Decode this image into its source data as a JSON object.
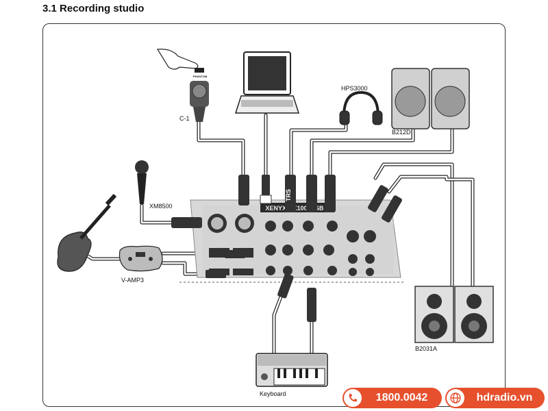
{
  "heading": "3.1  Recording studio",
  "labels": {
    "c1": "C-1",
    "phantom": "PHANTOM",
    "hps3000": "HPS3000",
    "b212d": "B212D",
    "xm8500": "XM8500",
    "vamp3": "V-AMP3",
    "b2031a": "B2031A",
    "keyboard": "Keyboard",
    "trs": "TRS",
    "mixer_name": "XENYX QX1002USB"
  },
  "contact": {
    "phone": "1800.0042",
    "website": "hdradio.vn",
    "icons": [
      "phone-icon",
      "globe-icon"
    ],
    "accent_color": "#e6502d"
  }
}
